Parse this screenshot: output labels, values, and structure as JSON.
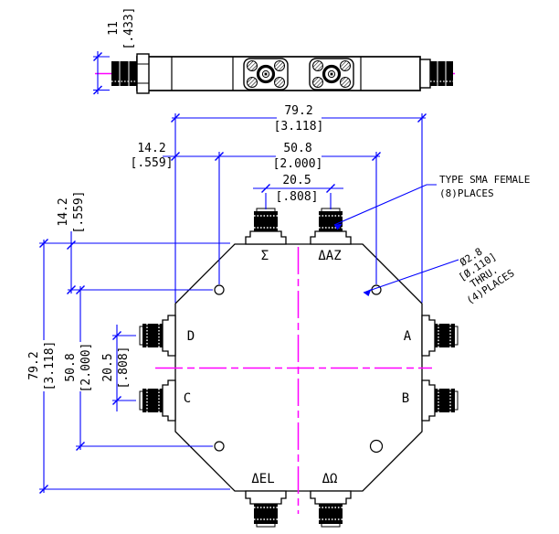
{
  "colors": {
    "outline": "#000000",
    "dimension": "#0000ff",
    "centerline": "#ff00ff",
    "background": "#ffffff"
  },
  "dims": {
    "body_thickness": {
      "mm": "11",
      "in": "[.433]"
    },
    "overall": {
      "mm": "79.2",
      "in": "[3.118]"
    },
    "hole_spacing": {
      "mm": "50.8",
      "in": "[2.000]"
    },
    "port_spacing": {
      "mm": "20.5",
      "in": "[.808]"
    },
    "hole_edge_offset": {
      "mm": "14.2",
      "in": "[.559]"
    }
  },
  "ports": {
    "sum": "Σ",
    "delta_az": "ΔAZ",
    "a": "A",
    "b": "B",
    "delta_omega": "ΔΩ",
    "delta_el": "ΔEL",
    "c": "C",
    "d": "D"
  },
  "notes": {
    "sma": {
      "line1": "TYPE SMA FEMALE",
      "line2": "(8)PLACES"
    },
    "hole": {
      "line1": "Ø2.8",
      "line2": "[Ø.110]",
      "line3": "THRU.",
      "line4": "(4)PLACES"
    }
  }
}
